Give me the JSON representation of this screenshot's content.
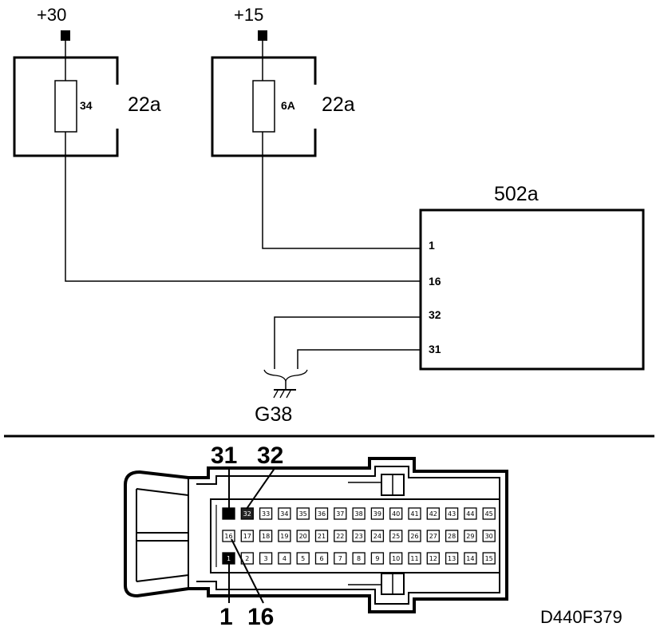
{
  "supplies": {
    "plus30": "+30",
    "plus15": "+15"
  },
  "fuse_boxes": {
    "left": {
      "fuse_label": "34",
      "box_label": "22a"
    },
    "right": {
      "fuse_label": "6A",
      "box_label": "22a"
    }
  },
  "control_unit": {
    "label": "502a",
    "pins": [
      "1",
      "16",
      "32",
      "31"
    ]
  },
  "ground": {
    "label": "G38"
  },
  "connector": {
    "callouts_top": [
      "31",
      "32"
    ],
    "callouts_bottom": [
      "1",
      "16"
    ],
    "rows": [
      [
        "31",
        "32",
        "33",
        "34",
        "35",
        "36",
        "37",
        "38",
        "39",
        "40",
        "41",
        "42",
        "43",
        "44",
        "45"
      ],
      [
        "16",
        "17",
        "18",
        "19",
        "20",
        "21",
        "22",
        "23",
        "24",
        "25",
        "26",
        "27",
        "28",
        "29",
        "30"
      ],
      [
        "1",
        "2",
        "3",
        "4",
        "5",
        "6",
        "7",
        "8",
        "9",
        "10",
        "11",
        "12",
        "13",
        "14",
        "15"
      ]
    ]
  },
  "figure_id": "D440F379"
}
